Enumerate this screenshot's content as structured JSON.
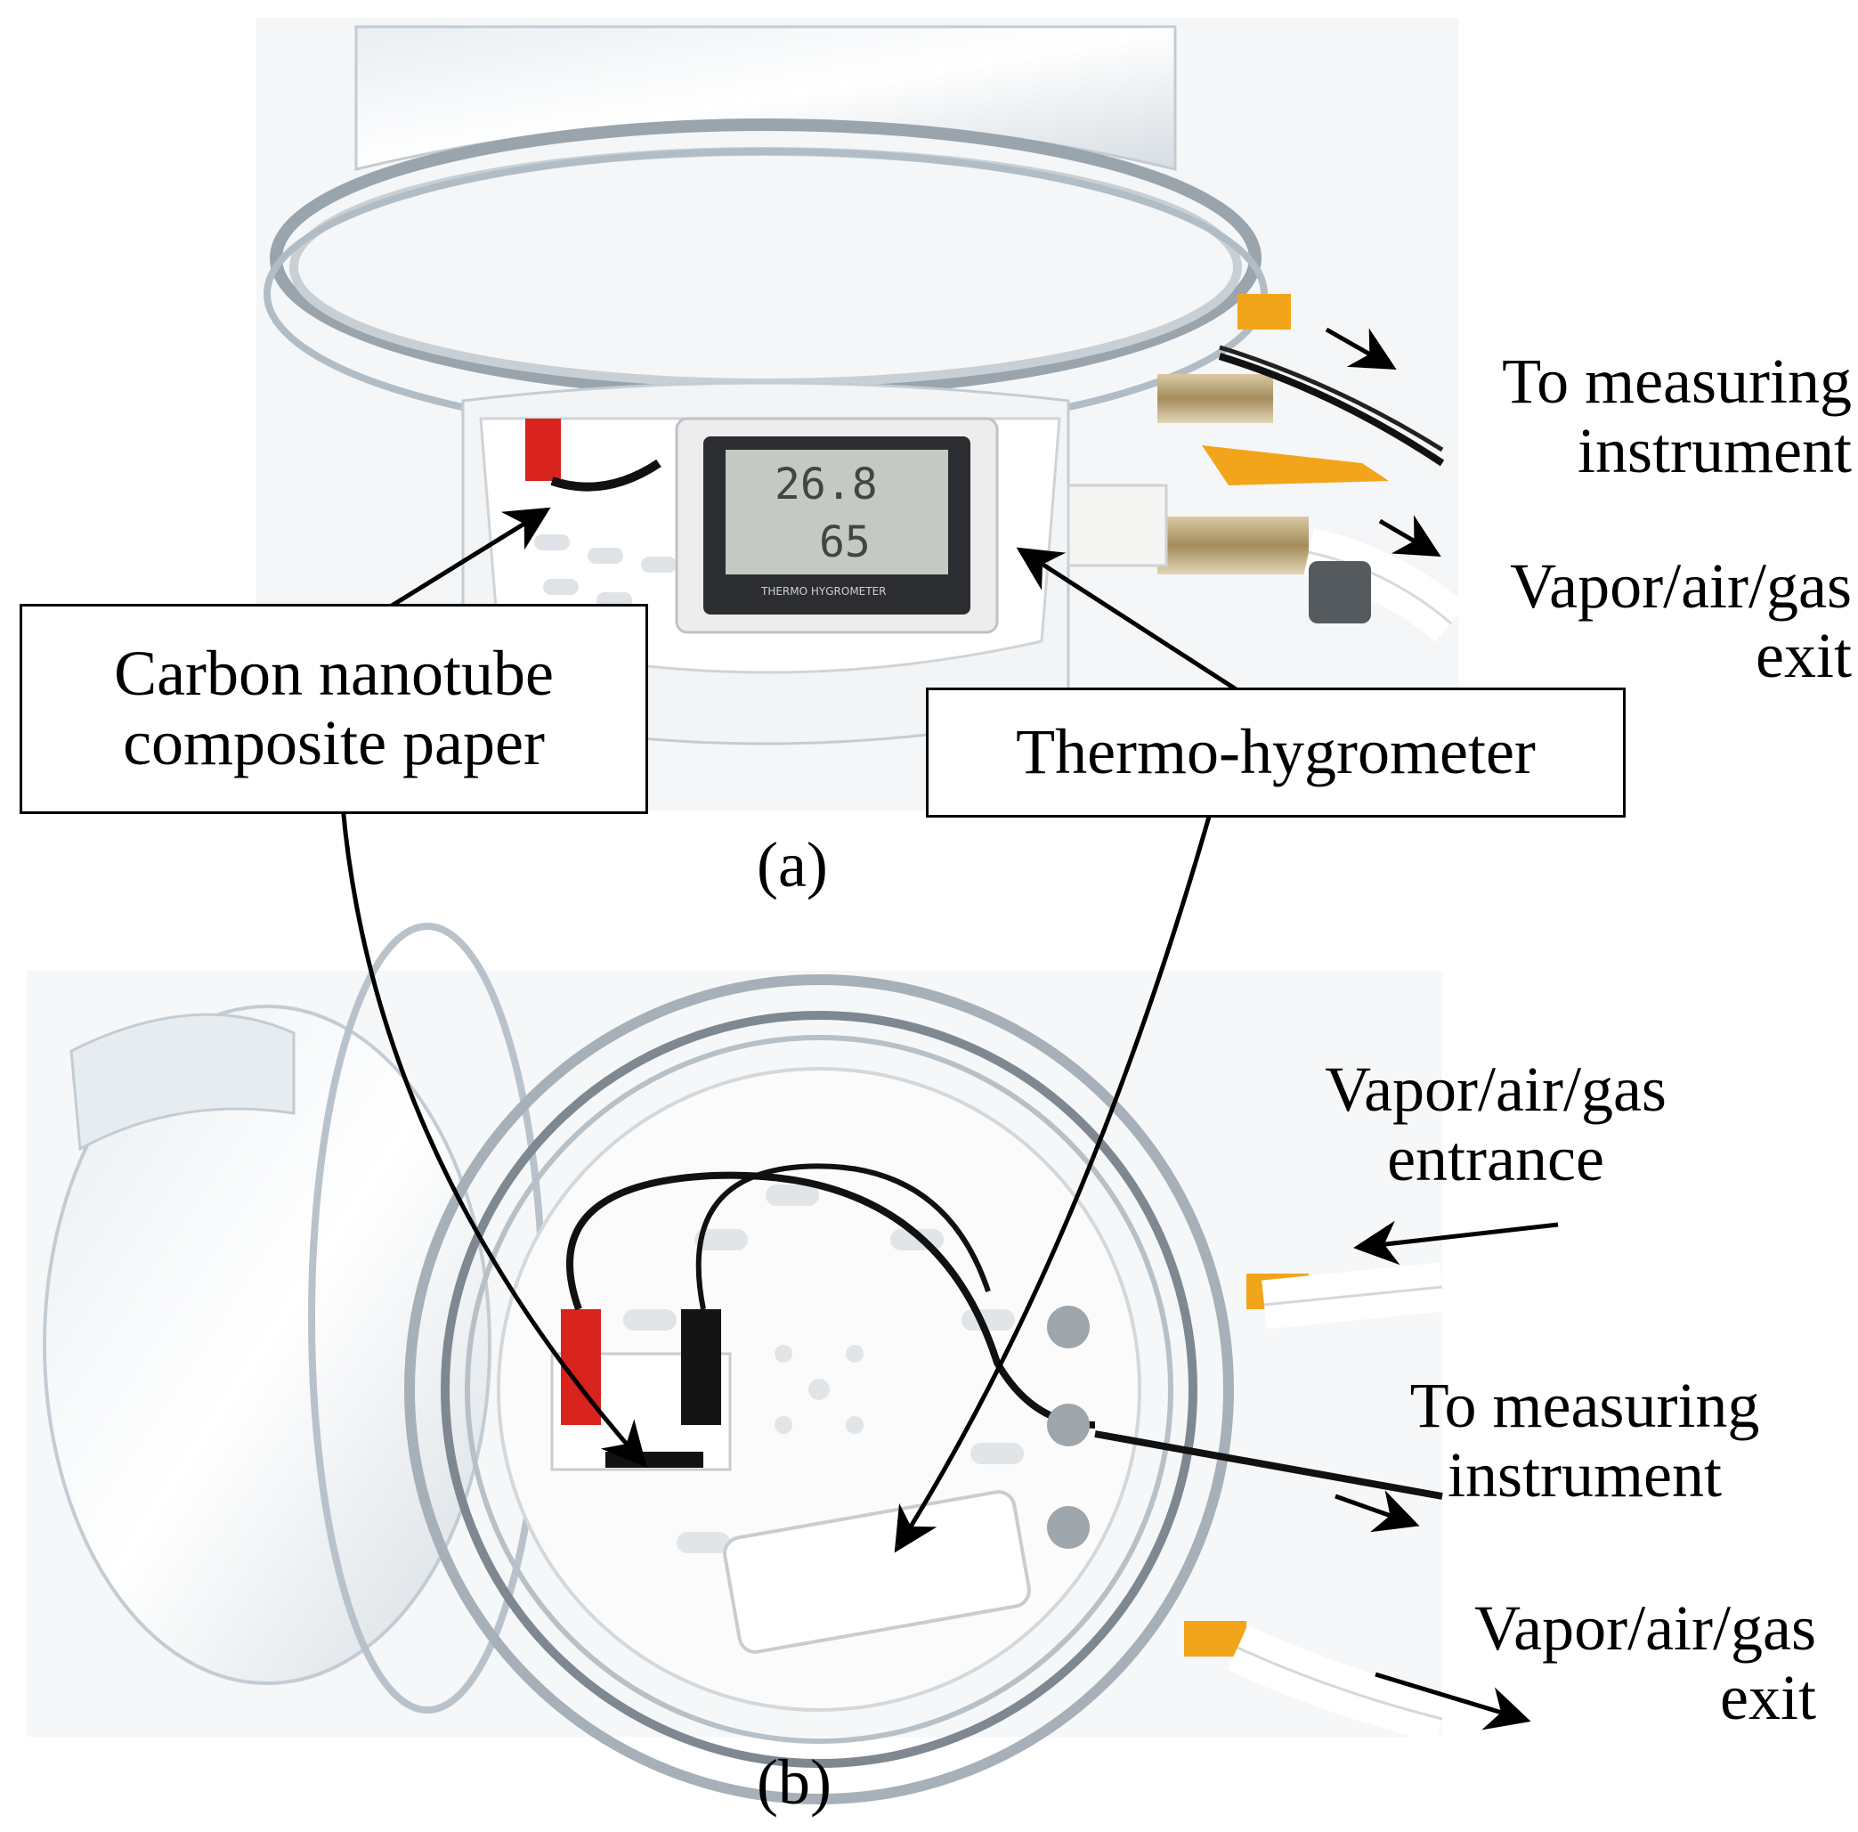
{
  "panel_a": {
    "label": "(a)",
    "display": {
      "temperature": "26.8",
      "humidity": "65",
      "brand": "THERMO HYGROMETER"
    },
    "to_measuring": [
      "To measuring",
      "instrument"
    ],
    "exit": [
      "Vapor/air/gas",
      "exit"
    ]
  },
  "callouts": {
    "cnt": [
      "Carbon nanotube",
      "composite paper"
    ],
    "thermo": "Thermo-hygrometer"
  },
  "panel_b": {
    "label": "(b)",
    "entrance": [
      "Vapor/air/gas",
      "entrance"
    ],
    "to_measuring": [
      "To measuring",
      "instrument"
    ],
    "exit": [
      "Vapor/air/gas",
      "exit"
    ]
  },
  "colors": {
    "valve_handle": "#f2a51a",
    "clip_red": "#d8231f",
    "clip_black": "#141414",
    "brass": "#b9a070"
  }
}
